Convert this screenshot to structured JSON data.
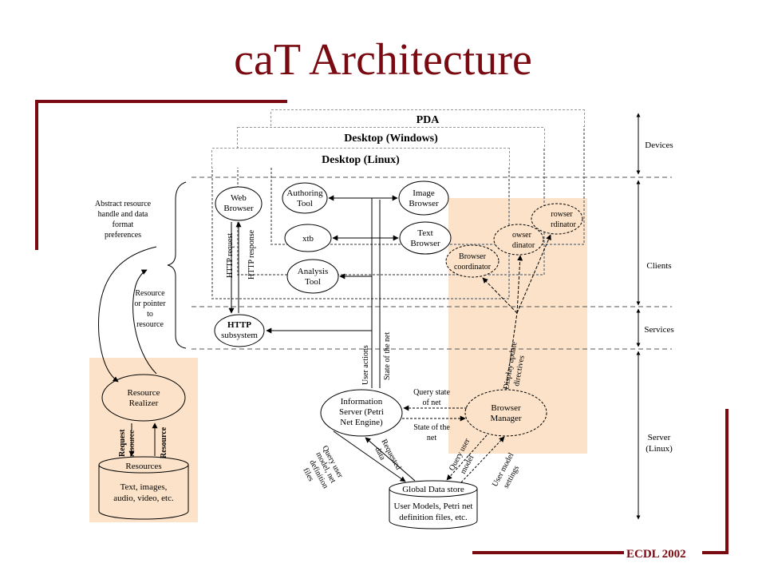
{
  "slide": {
    "title": "caT Architecture",
    "footer": "ECDL 2002"
  },
  "colors": {
    "accent": "#7a0a12",
    "highlight": "#fbe2c8"
  },
  "devices": {
    "pda": "PDA",
    "windows": "Desktop (Windows)",
    "linux": "Desktop (Linux)"
  },
  "layers": {
    "devices": "Devices",
    "clients": "Clients",
    "services": "Services",
    "server": [
      "Server",
      "(Linux)"
    ]
  },
  "nodes": {
    "web_browser": [
      "Web",
      "Browser"
    ],
    "authoring_tool": [
      "Authoring",
      "Tool"
    ],
    "image_browser": [
      "Image",
      "Browser"
    ],
    "xtb": "xtb",
    "text_browser": [
      "Text",
      "Browser"
    ],
    "analysis_tool": [
      "Analysis",
      "Tool"
    ],
    "http_subsystem": [
      "HTTP",
      "subsystem"
    ],
    "browser_coordinator": [
      "Browser",
      "coordinator"
    ],
    "browser_coordinator_back2": [
      "owser",
      "dinator"
    ],
    "browser_coordinator_back3": [
      "rowser",
      "rdinator"
    ],
    "information_server": [
      "Information",
      "Server (Petri",
      "Net Engine)"
    ],
    "browser_manager": [
      "Browser",
      "Manager"
    ],
    "resource_realizer": [
      "Resource",
      "Realizer"
    ],
    "resources_title": "Resources",
    "resources_body": [
      "Text, images,",
      "audio, video, etc."
    ],
    "global_store_title": "Global Data store",
    "global_store_body": [
      "User Models, Petri net",
      "definition files, etc."
    ]
  },
  "labels": {
    "http_request": "HTTP request",
    "http_response": "HTTP response",
    "abstract_resource": [
      "Abstract resource",
      "handle and data",
      "format",
      "preferences"
    ],
    "resource_pointer": [
      "Resource",
      "or pointer",
      "to",
      "resource"
    ],
    "user_actions": "User actions",
    "state_of_net_vertical": "State of the net",
    "display_update": [
      "Display update",
      "directives"
    ],
    "query_state": [
      "Query state",
      "of net"
    ],
    "state_of_net": [
      "State of the",
      "net"
    ],
    "query_user_model_left": [
      "Query user",
      "model, net",
      "definition",
      "files"
    ],
    "requested_data": [
      "Requested",
      "data"
    ],
    "query_user_model_right": [
      "Query user",
      "model"
    ],
    "user_model_settings": [
      "User model",
      "settings"
    ],
    "request_resource": [
      "Request",
      "resource"
    ],
    "resource_return": "Resource"
  }
}
